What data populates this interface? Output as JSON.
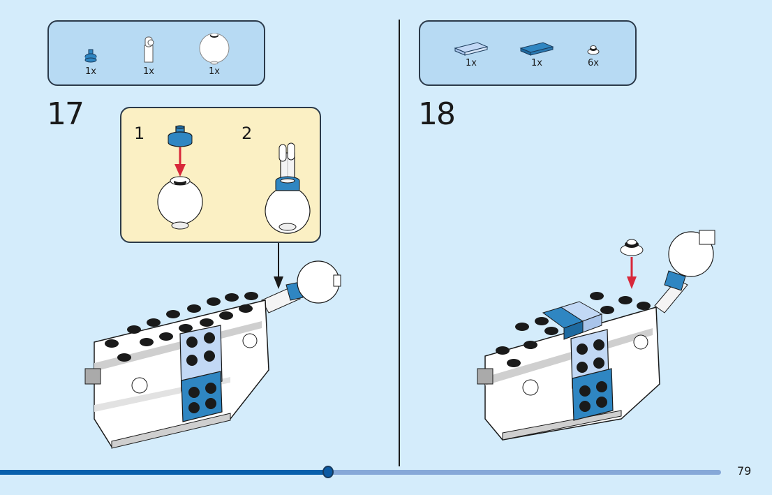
{
  "page": {
    "page_number": "79",
    "progress_percent": 45.5
  },
  "steps": [
    {
      "number": "17",
      "parts": [
        {
          "icon": "blue-round-plate-icon",
          "qty": "1x"
        },
        {
          "icon": "white-clip-bar-icon",
          "qty": "1x"
        },
        {
          "icon": "white-sphere-icon",
          "qty": "1x"
        }
      ],
      "substeps": [
        {
          "number": "1"
        },
        {
          "number": "2"
        }
      ]
    },
    {
      "number": "18",
      "parts": [
        {
          "icon": "light-blue-tile-icon",
          "qty": "1x"
        },
        {
          "icon": "blue-tile-icon",
          "qty": "1x"
        },
        {
          "icon": "white-round-plate-icon",
          "qty": "6x"
        }
      ]
    }
  ],
  "colors": {
    "background": "#d4ecfb",
    "parts_box": "#b7daf3",
    "substep_box": "#fbf0c4",
    "brick_blue": "#2f86c2",
    "brick_light_blue": "#c2d8f5",
    "arrow_red": "#d8283a",
    "progress_fill": "#0860ac",
    "progress_track": "#86a8d8"
  }
}
